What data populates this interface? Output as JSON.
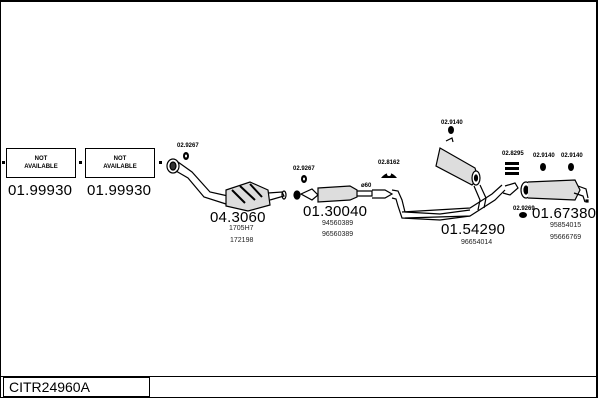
{
  "document_code": "CITR24960A",
  "components": [
    {
      "id": "front-pipe-1",
      "label": "NOT AVAILABLE",
      "part_number": "01.99930",
      "refs": []
    },
    {
      "id": "front-pipe-2",
      "label": "NOT AVAILABLE",
      "part_number": "01.99930",
      "refs": []
    },
    {
      "id": "catalytic-converter",
      "part_number": "04.3060",
      "refs": [
        "1705H7",
        "172198"
      ]
    },
    {
      "id": "front-silencer",
      "part_number": "01.30040",
      "refs": [
        "94560389",
        "96560389"
      ]
    },
    {
      "id": "middle-silencer",
      "part_number": "01.54290",
      "refs": [
        "96654014"
      ]
    },
    {
      "id": "rear-silencer",
      "part_number": "01.67380",
      "refs": [
        "95854015",
        "95666769"
      ]
    }
  ],
  "fittings": [
    {
      "id": "gasket-1",
      "part_number": "02.9267"
    },
    {
      "id": "gasket-2",
      "part_number": "02.9267"
    },
    {
      "id": "clamp",
      "part_number": "ø60"
    },
    {
      "id": "hanger-1",
      "part_number": "02.8162"
    },
    {
      "id": "rubber-mount-1",
      "part_number": "02.9140"
    },
    {
      "id": "hanger-2",
      "part_number": "02.8295"
    },
    {
      "id": "rubber-mount-2",
      "part_number": "02.9140"
    },
    {
      "id": "rubber-mount-3",
      "part_number": "02.9140"
    },
    {
      "id": "gasket-3",
      "part_number": "02.9269"
    }
  ]
}
